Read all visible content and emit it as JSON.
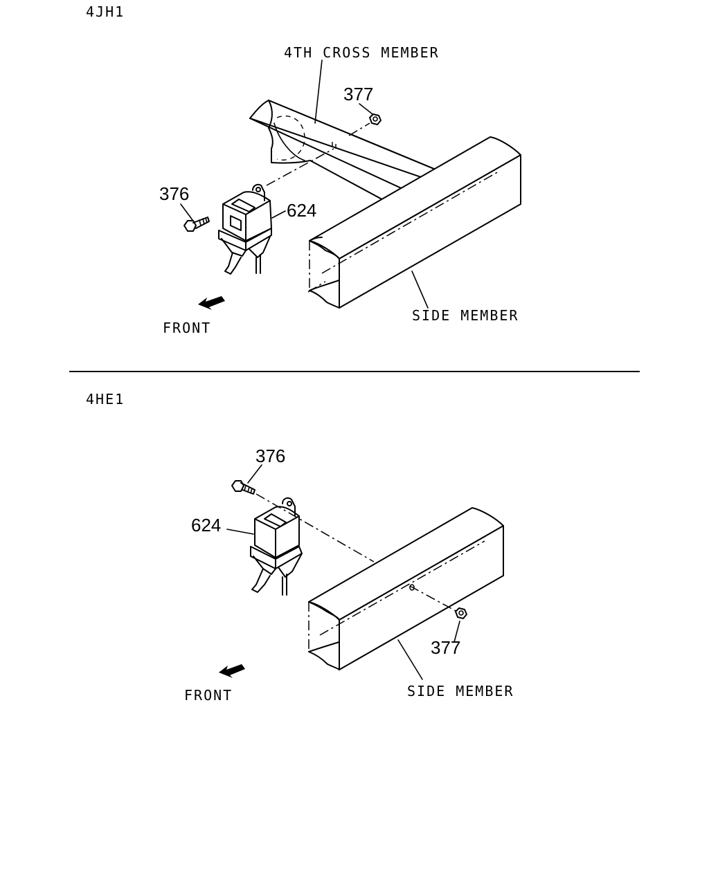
{
  "sections": [
    {
      "engine": "4JH1",
      "labels": {
        "cross_member": "4TH CROSS MEMBER",
        "side_member": "SIDE MEMBER",
        "front": "FRONT",
        "nut": "377",
        "bolt": "376",
        "relay": "624"
      }
    },
    {
      "engine": "4HE1",
      "labels": {
        "side_member": "SIDE MEMBER",
        "front": "FRONT",
        "nut": "377",
        "bolt": "376",
        "relay": "624"
      }
    }
  ],
  "icons": {
    "front_arrow": "arrow-left-down-icon",
    "bolt": "bolt-icon",
    "nut": "hex-nut-icon",
    "relay": "relay-unit-icon"
  }
}
